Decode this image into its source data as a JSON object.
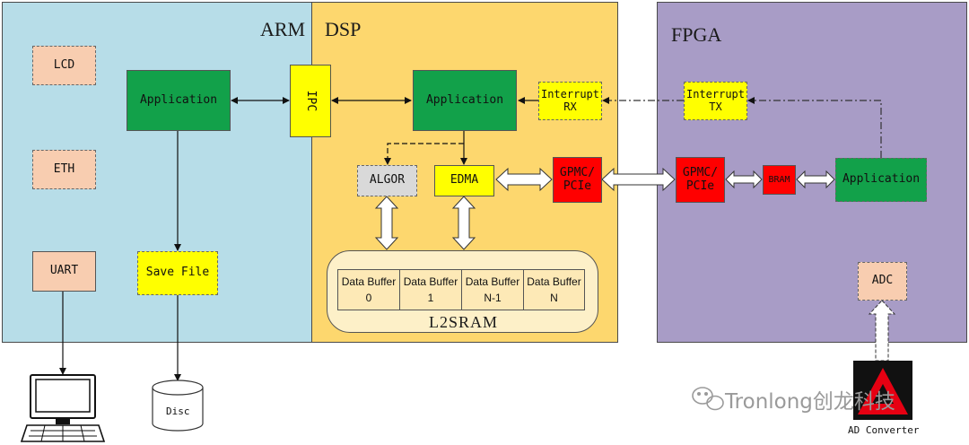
{
  "regions": {
    "arm": {
      "title": "ARM",
      "color": "#b7dde8"
    },
    "dsp": {
      "title": "DSP",
      "color": "#fdd76e"
    },
    "fpga": {
      "title": "FPGA",
      "color": "#a89cc6"
    }
  },
  "arm": {
    "lcd": "LCD",
    "eth": "ETH",
    "uart": "UART",
    "application": "Application",
    "save_file": "Save File"
  },
  "ipc": "IPC",
  "dsp": {
    "application": "Application",
    "interrupt_rx": "Interrupt\nRX",
    "algor": "ALGOR",
    "edma": "EDMA",
    "gpmc_pcie": "GPMC/\nPCIe",
    "l2sram": "L2SRAM",
    "buffers": [
      {
        "title": "Data Buffer",
        "index": "0"
      },
      {
        "title": "Data Buffer",
        "index": "1"
      },
      {
        "title": "Data Buffer",
        "index": "N-1"
      },
      {
        "title": "Data Buffer",
        "index": "N"
      }
    ]
  },
  "fpga": {
    "interrupt_tx": "Interrupt\nTX",
    "gpmc_pcie": "GPMC/\nPCIe",
    "bram": "BRAM",
    "application": "Application",
    "adc": "ADC"
  },
  "external": {
    "disc": "Disc",
    "ad_converter": "AD Converter",
    "watermark": "Tronlong创龙科技"
  },
  "icons": [
    "computer-icon",
    "disc-icon",
    "ad-converter-logo-icon",
    "wechat-icon"
  ]
}
